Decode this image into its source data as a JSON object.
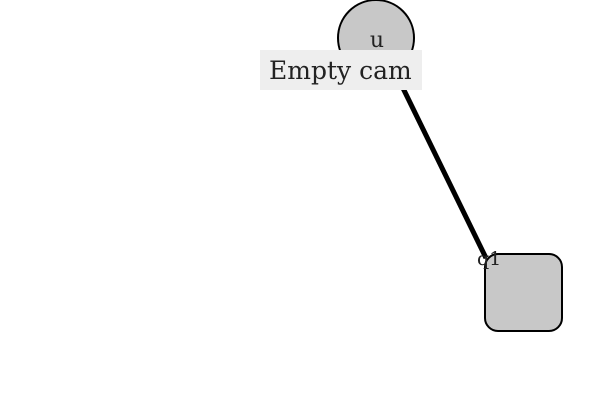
{
  "diagram": {
    "nodes": {
      "circle": {
        "label": "u"
      },
      "square": {
        "port_label": "q1"
      }
    },
    "edge": {
      "from": "u",
      "to": "q1"
    },
    "tooltip": {
      "text": "Empty cam"
    },
    "colors": {
      "node_fill": "#c8c8c8",
      "stroke": "#000000",
      "tooltip_bg": "#eeeeee",
      "text": "#222222"
    }
  }
}
